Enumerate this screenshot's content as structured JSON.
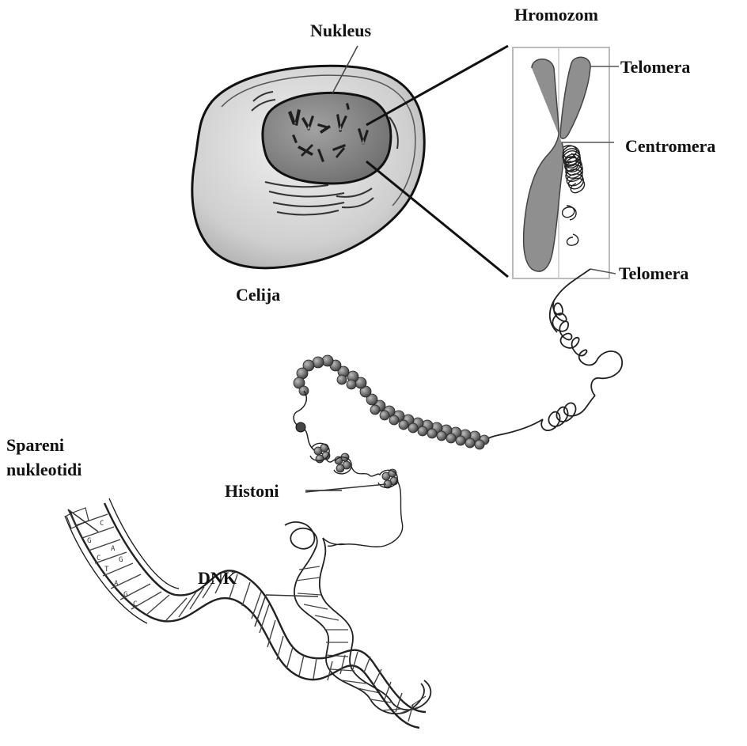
{
  "labels": {
    "nucleus": "Nukleus",
    "chromosome": "Hromozom",
    "telomere_top": "Telomera",
    "centromere": "Centromera",
    "telomere_bottom": "Telomera",
    "cell": "Celija",
    "paired_nucleotides_line1": "Spareni",
    "paired_nucleotides_line2": "nukleotidi",
    "histones": "Histoni",
    "dna": "DNK"
  },
  "colors": {
    "ink": "#111111",
    "cytoplasm": "#d6d6d6",
    "nucleus_fill": "#8c8c8c",
    "chromatid": "#8f8f8f",
    "histone": "#6e6e6e",
    "box_outline": "#bbbbbb"
  }
}
